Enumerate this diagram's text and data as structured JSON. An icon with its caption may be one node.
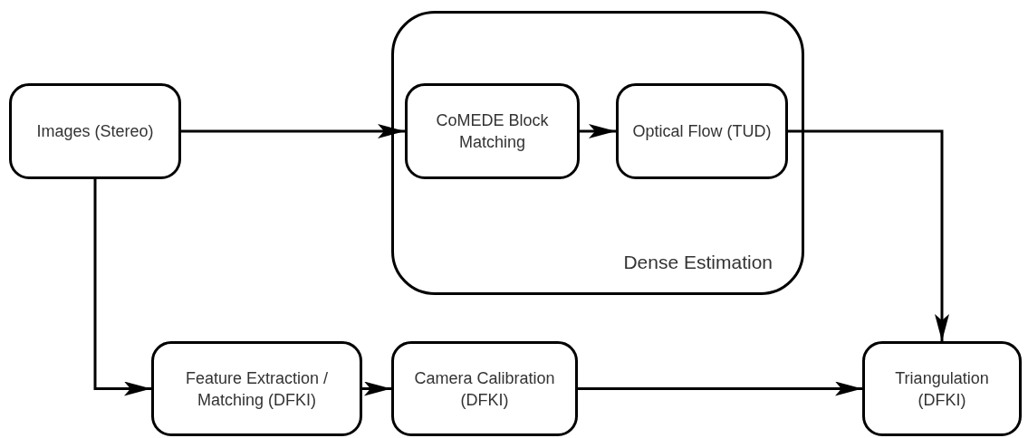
{
  "diagram": {
    "nodes": [
      {
        "text": [
          "Images (Stereo)"
        ]
      },
      {
        "text": [
          "Dense Estimation"
        ]
      },
      {
        "text": [
          "CoMEDE Block Matching"
        ],
        "in": 1
      },
      {
        "text": [
          "Optical Flow (TUD)"
        ],
        "in": 1
      },
      {
        "text": [
          "Feature Extraction / Matching (DFKI)"
        ]
      },
      {
        "text": [
          "Camera Calibration (DFKI)"
        ]
      },
      {
        "text": [
          "Triangulation (DFKI)"
        ]
      }
    ],
    "edges": [
      {
        "from": 0,
        "to": 2,
        "arrow": "to"
      },
      {
        "from": 2,
        "to": 3,
        "arrow": "to"
      },
      {
        "from": 3,
        "to": 6,
        "arrow": "to"
      },
      {
        "from": 0,
        "to": 4,
        "arrow": "to"
      },
      {
        "from": 4,
        "to": 5,
        "arrow": "to"
      },
      {
        "from": 5,
        "to": 6,
        "arrow": "to"
      }
    ]
  }
}
